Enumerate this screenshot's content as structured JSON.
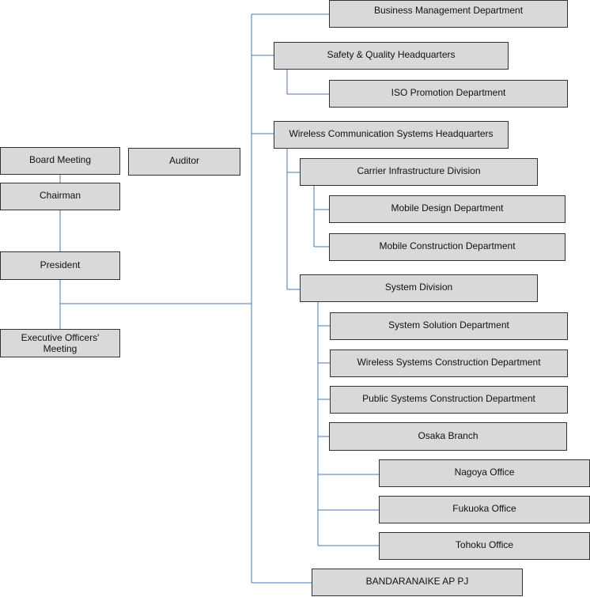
{
  "diagram": {
    "line_color": "#4a7ab0",
    "box_fill": "#d9d9d9",
    "box_border": "#333333",
    "nodes": {
      "board_meeting": "Board Meeting",
      "auditor": "Auditor",
      "chairman": "Chairman",
      "president": "President",
      "executive_officers_meeting": "Executive Officers'\nMeeting",
      "business_management": "Business Management Department",
      "safety_quality": "Safety & Quality Headquarters",
      "iso_promotion": "ISO Promotion Department",
      "wireless_hq": "Wireless Communication Systems Headquarters",
      "carrier_infra": "Carrier Infrastructure Division",
      "mobile_design": "Mobile Design Department",
      "mobile_construction": "Mobile Construction Department",
      "system_division": "System Division",
      "system_solution": "System Solution Department",
      "wireless_construction": "Wireless Systems Construction Department",
      "public_construction": "Public Systems Construction Department",
      "osaka_branch": "Osaka Branch",
      "nagoya_office": "Nagoya Office",
      "fukuoka_office": "Fukuoka Office",
      "tohoku_office": "Tohoku Office",
      "bandaranaike": "BANDARANAIKE AP PJ"
    }
  }
}
